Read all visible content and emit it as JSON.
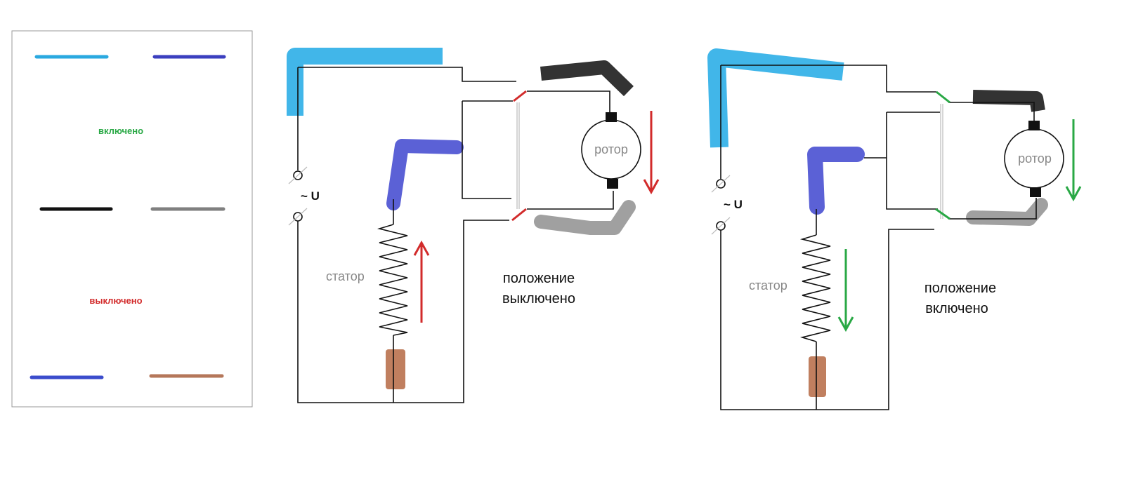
{
  "legend": {
    "on_label": "включено",
    "off_label": "выключено",
    "on_color": "#29a845",
    "off_color": "#d22b2b",
    "swatches_on": [
      {
        "name": "cyan",
        "color": "#2aa9e0"
      },
      {
        "name": "indigo",
        "color": "#3b3fbf"
      }
    ],
    "swatches_mid": [
      {
        "name": "black",
        "color": "#111111"
      },
      {
        "name": "gray",
        "color": "#808080"
      }
    ],
    "swatches_off": [
      {
        "name": "indigo",
        "color": "#3b4ccc"
      },
      {
        "name": "brown",
        "color": "#b5775a"
      }
    ]
  },
  "diagram_off": {
    "rotor_label": "ротор",
    "stator_label": "статор",
    "source_label": "~ U",
    "position_line1": "положение",
    "position_line2": "выключено",
    "switch_color": "#d22b2b",
    "arrow_color": "#d22b2b"
  },
  "diagram_on": {
    "rotor_label": "ротор",
    "stator_label": "статор",
    "source_label": "~ U",
    "position_line1": "положение",
    "position_line2": "включено",
    "switch_color": "#29a845",
    "arrow_color": "#29a845"
  },
  "paint_colors": {
    "cyan": "#41b6e9",
    "indigo": "#5b61d6",
    "black": "#333333",
    "gray": "#a0a0a0",
    "brown": "#c07f5f"
  }
}
